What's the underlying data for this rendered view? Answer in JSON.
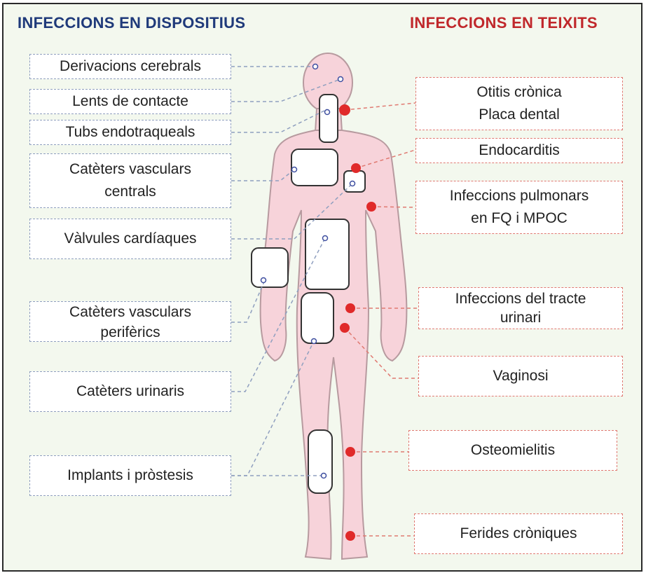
{
  "titles": {
    "devices": "INFECCIONS EN DISPOSITIUS",
    "tissues": "INFECCIONS EN TEIXITS"
  },
  "devices": [
    {
      "lines": [
        "Derivacions cerebrals"
      ]
    },
    {
      "lines": [
        "Lents de contacte"
      ]
    },
    {
      "lines": [
        "Tubs endotraqueals"
      ]
    },
    {
      "lines": [
        "Catèters vasculars",
        "centrals"
      ]
    },
    {
      "lines": [
        "Vàlvules cardíaques"
      ]
    },
    {
      "lines": [
        "Catèters vasculars",
        "perifèrics"
      ]
    },
    {
      "lines": [
        "Catèters urinaris"
      ]
    },
    {
      "lines": [
        "Implants i pròstesis"
      ]
    }
  ],
  "tissues": [
    {
      "lines": [
        "Otitis crònica",
        "Placa dental"
      ]
    },
    {
      "lines": [
        "Endocarditis"
      ]
    },
    {
      "lines": [
        "Infeccions pulmonars",
        "en FQ i MPOC"
      ]
    },
    {
      "lines": [
        "Infeccions del tracte",
        "urinari"
      ]
    },
    {
      "lines": [
        "Vaginosi"
      ]
    },
    {
      "lines": [
        "Osteomielitis"
      ]
    },
    {
      "lines": [
        "Ferides cròniques"
      ]
    }
  ],
  "colors": {
    "device_title": "#1f3a7a",
    "tissue_title": "#c0282b",
    "device_border": "#8f9fbf",
    "tissue_border": "#e07a72",
    "body_fill": "#f7d3da",
    "infection_dot": "#e02a2a",
    "background": "#f3f8ee"
  }
}
